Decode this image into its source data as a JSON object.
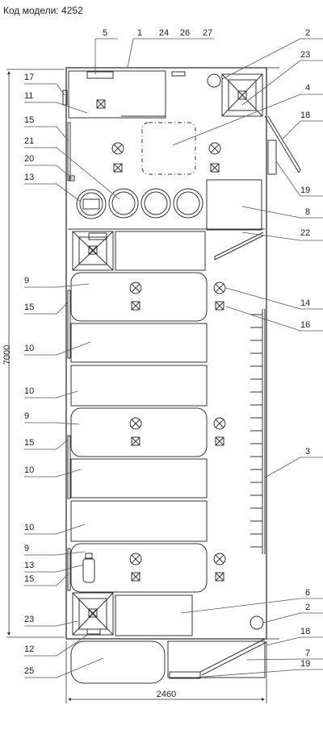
{
  "header": {
    "model_label": "Код модели: 4252"
  },
  "dimensions": {
    "height": "7000",
    "width": "2460"
  },
  "callouts": {
    "top": [
      "5",
      "1",
      "24",
      "26",
      "27"
    ],
    "left": [
      "17",
      "11",
      "15",
      "21",
      "20",
      "13",
      "9",
      "15",
      "10",
      "10",
      "9",
      "15",
      "10",
      "10",
      "9",
      "13",
      "15",
      "23",
      "12",
      "25"
    ],
    "right": [
      "2",
      "23",
      "4",
      "18",
      "19",
      "8",
      "22",
      "14",
      "16",
      "3",
      "6",
      "2",
      "18",
      "7",
      "19"
    ]
  }
}
